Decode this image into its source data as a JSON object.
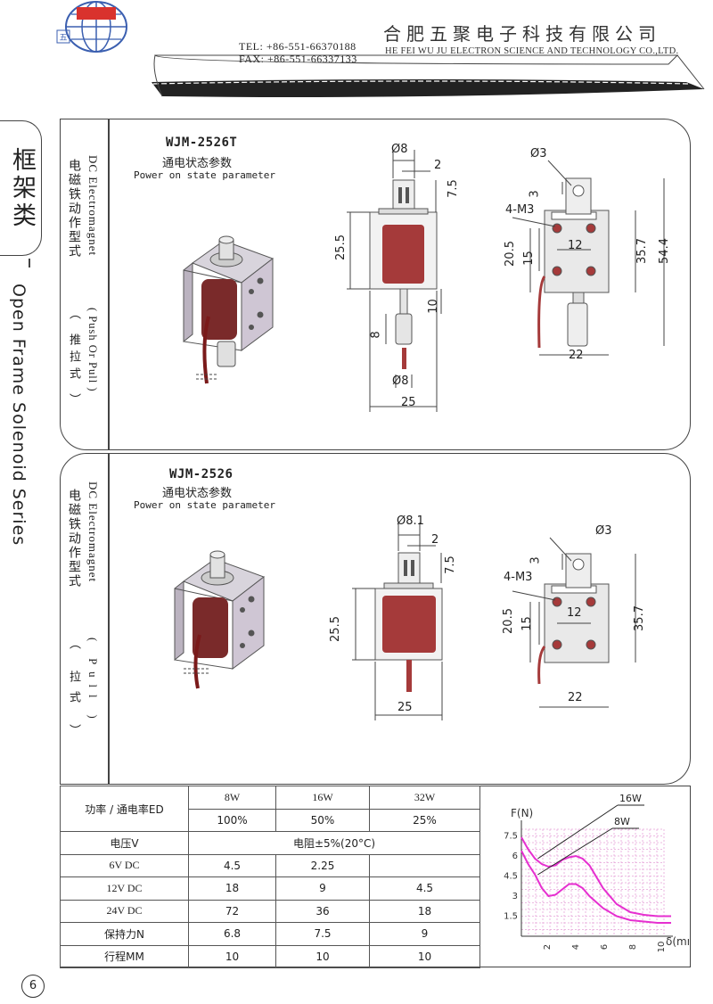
{
  "header": {
    "company_cn": "合肥五聚电子科技有限公司",
    "company_en": "HE FEI WU JU ELECTRON SCIENCE AND TECHNOLOGY CO.,LTD.",
    "tel": "TEL: +86-551-66370188",
    "fax": "FAX: +86-551-66337133",
    "logo_text": "五"
  },
  "side": {
    "category_cn": "框架类",
    "category_en": "Open Frame Solenoid Series"
  },
  "panel1": {
    "label_cn": "电磁铁动作型式",
    "label_en": "DC Electromagnet",
    "mode_en": "( Push Or Pull )",
    "mode_cn": "（ 推拉式 ）",
    "model": "WJM-2526T",
    "subtitle_cn": "通电状态参数",
    "subtitle_en": "Power on state parameter",
    "dims": {
      "d_plunger": "Ø8",
      "d2": "2",
      "d7_5": "7.5",
      "d25_5": "25.5",
      "d10": "10",
      "d8": "8",
      "d_bottom": "Ø8",
      "d25": "25",
      "d_hole": "Ø3",
      "d3": "3",
      "m3": "4-M3",
      "d12": "12",
      "d20_5": "20.5",
      "d15": "15",
      "d35_7": "35.7",
      "d54_4": "54.4",
      "d22": "22"
    }
  },
  "panel2": {
    "label_cn": "电磁铁动作型式",
    "label_en": "DC Electromagnet",
    "mode_en": "( Pull )",
    "mode_cn": "（ 拉式 ）",
    "model": "WJM-2526",
    "subtitle_cn": "通电状态参数",
    "subtitle_en": "Power on state parameter",
    "dims": {
      "d_plunger": "Ø8.1",
      "d2": "2",
      "d7_5": "7.5",
      "d25_5": "25.5",
      "d25": "25",
      "d_hole": "Ø3",
      "d3": "3",
      "m3": "4-M3",
      "d12": "12",
      "d20_5": "20.5",
      "d15": "15",
      "d35_7": "35.7",
      "d22": "22"
    }
  },
  "table": {
    "row_power_label": "功率 / 通电率ED",
    "powers": [
      "8W",
      "16W",
      "32W"
    ],
    "duty": [
      "100%",
      "50%",
      "25%"
    ],
    "voltage_label": "电压V",
    "resistance_label": "电阻±5%(20°C)",
    "rows": [
      {
        "label": "6V DC",
        "values": [
          "4.5",
          "2.25",
          ""
        ]
      },
      {
        "label": "12V DC",
        "values": [
          "18",
          "9",
          "4.5"
        ]
      },
      {
        "label": "24V DC",
        "values": [
          "72",
          "36",
          "18"
        ]
      },
      {
        "label": "保持力N",
        "values": [
          "6.8",
          "7.5",
          "9"
        ]
      },
      {
        "label": "行程MM",
        "values": [
          "10",
          "10",
          "10"
        ]
      }
    ]
  },
  "chart_data": {
    "type": "line",
    "ylabel": "F(N)",
    "xlabel": "δ(mm)",
    "y_ticks": [
      "1.5",
      "3",
      "4.5",
      "6",
      "7.5"
    ],
    "x_ticks": [
      "2",
      "4",
      "6",
      "8",
      "10"
    ],
    "xlim": [
      0,
      10
    ],
    "ylim": [
      0,
      8
    ],
    "series": [
      {
        "name": "16W",
        "x": [
          0,
          0.5,
          1,
          1.5,
          2,
          2.5,
          3,
          3.5,
          4,
          4.5,
          5,
          6,
          7,
          8,
          9,
          10,
          11
        ],
        "y": [
          7.4,
          6.5,
          5.8,
          5.4,
          5.2,
          5.3,
          5.7,
          5.9,
          6.0,
          5.8,
          5.3,
          3.6,
          2.4,
          1.8,
          1.6,
          1.5,
          1.5
        ]
      },
      {
        "name": "8W",
        "x": [
          0,
          0.5,
          1,
          1.5,
          2,
          2.5,
          3,
          3.5,
          4,
          4.5,
          5,
          6,
          7,
          8,
          9,
          10,
          11
        ],
        "y": [
          6.4,
          5.4,
          4.6,
          3.6,
          3.0,
          3.1,
          3.5,
          3.9,
          3.9,
          3.6,
          3.0,
          2.1,
          1.5,
          1.2,
          1.1,
          1.0,
          1.0
        ]
      }
    ],
    "grid": true,
    "colors": {
      "line": "#e62fd0",
      "grid": "#e6a4d9"
    }
  },
  "page_number": "6"
}
